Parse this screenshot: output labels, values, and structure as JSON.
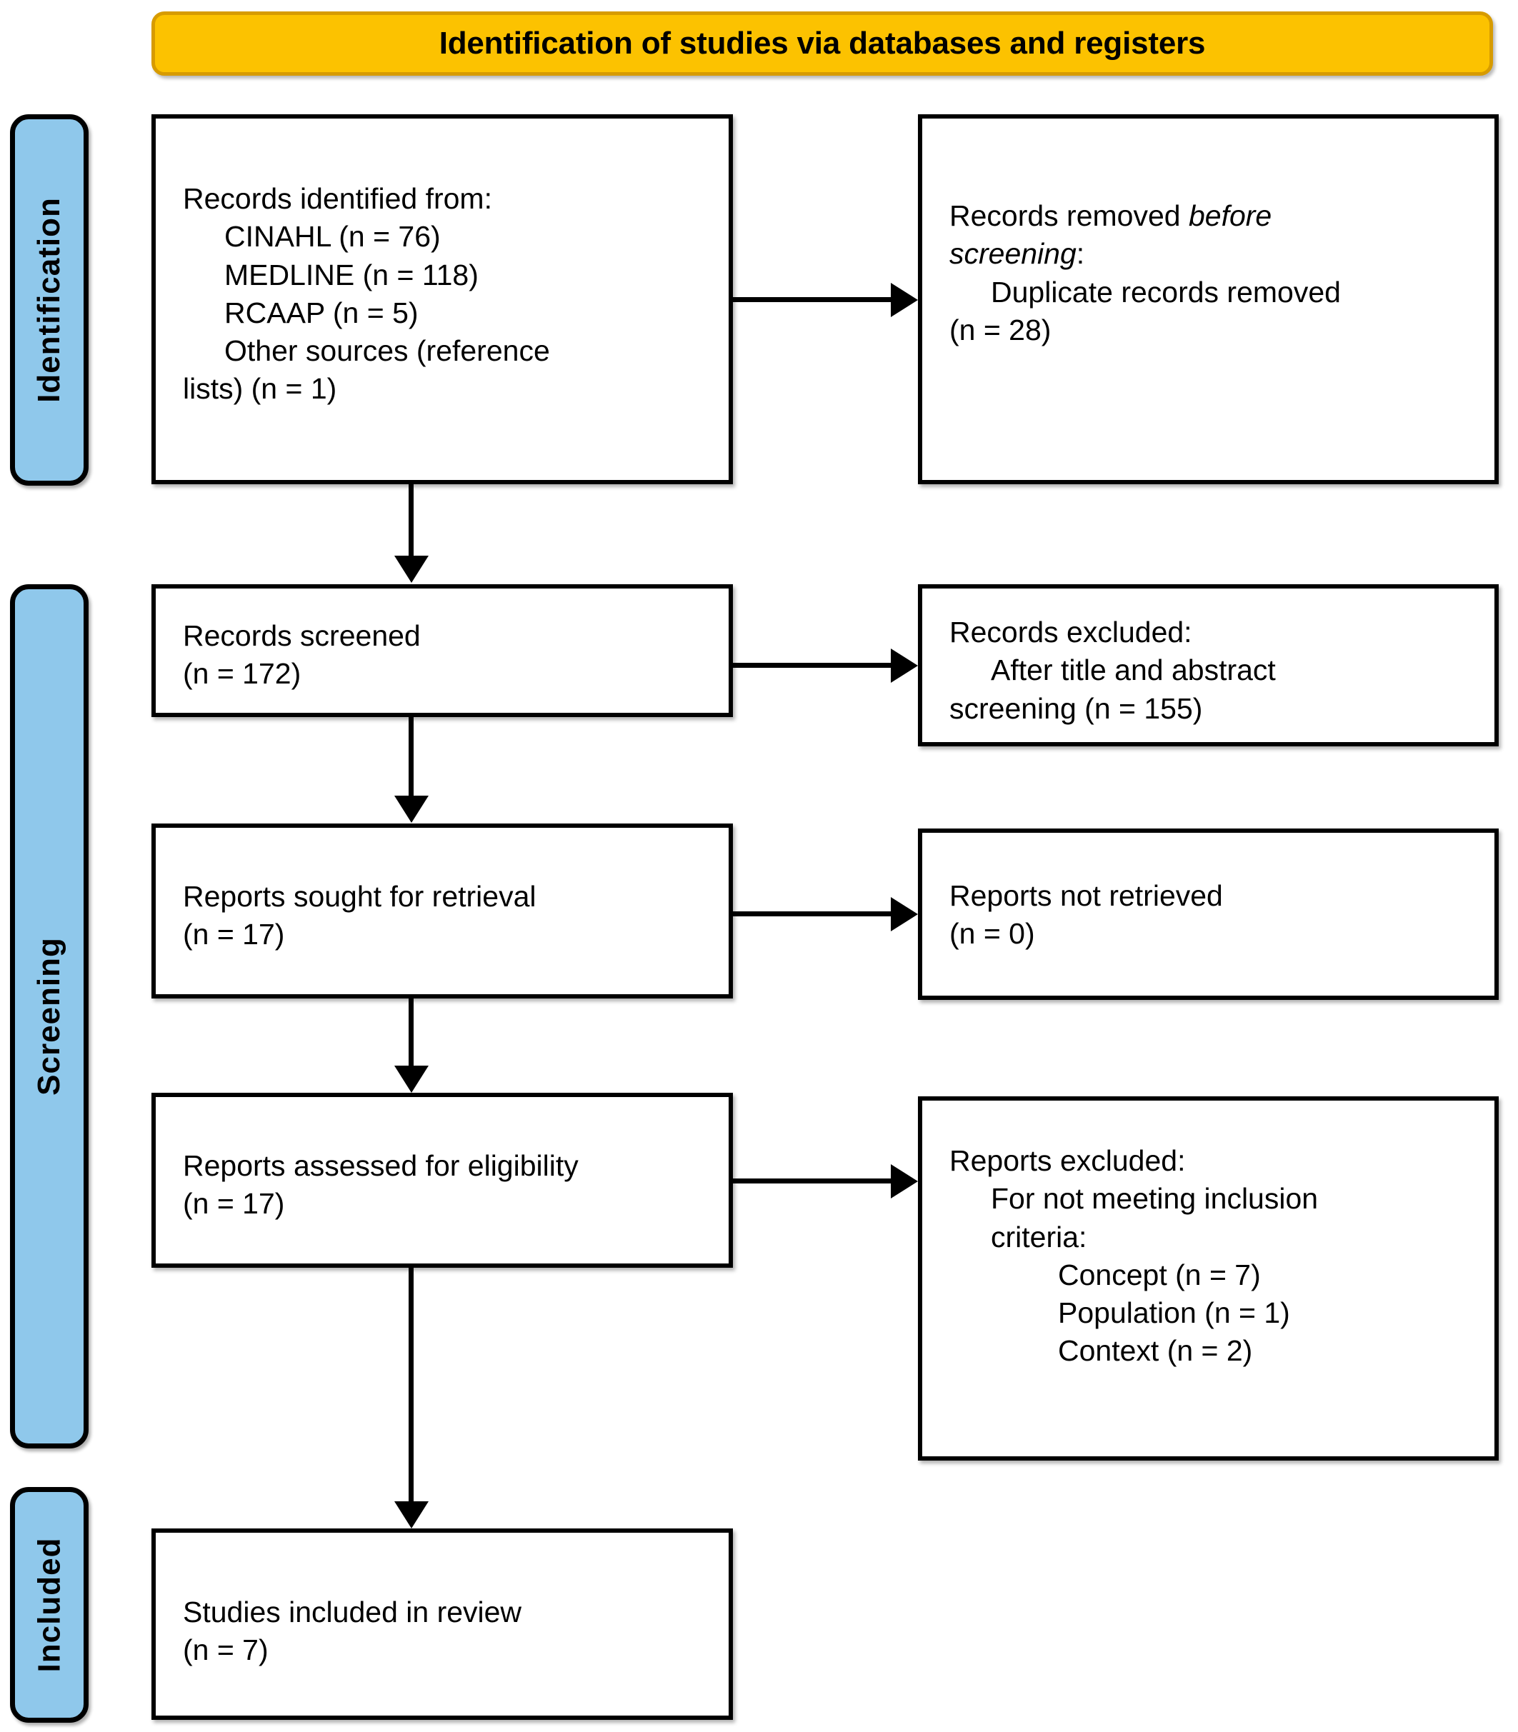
{
  "diagram": {
    "type": "PRISMA flow diagram",
    "header": {
      "title": "Identification of studies via databases and registers",
      "bg_color": "#FCC200",
      "border_color": "#D79B00"
    },
    "stages": [
      {
        "id": "identification",
        "label": "Identification",
        "color": "#8FC8EB"
      },
      {
        "id": "screening",
        "label": "Screening",
        "color": "#8FC8EB"
      },
      {
        "id": "included",
        "label": "Included",
        "color": "#8FC8EB"
      }
    ],
    "boxes": {
      "identified": {
        "heading": "Records identified from:",
        "items": [
          "CINAHL (n = 76)",
          "MEDLINE (n = 118)",
          "RCAAP (n = 5)"
        ],
        "wrap_item_a": "Other sources (reference",
        "wrap_item_b": "lists) (n = 1)"
      },
      "removed": {
        "heading_a": "Records removed ",
        "heading_em_a": "before",
        "heading_em_b": "screening",
        "heading_b": ":",
        "item_a": "Duplicate records removed",
        "item_b": "(n = 28)"
      },
      "screened": {
        "line1": "Records screened",
        "line2": "(n = 172)"
      },
      "excluded_screening": {
        "heading": "Records excluded:",
        "item_a": "After title and abstract",
        "item_b": "screening (n = 155)"
      },
      "sought": {
        "line1": "Reports sought for retrieval",
        "line2": "(n = 17)"
      },
      "not_retrieved": {
        "line1": "Reports not retrieved",
        "line2": "(n = 0)"
      },
      "assessed": {
        "line1": "Reports assessed for eligibility",
        "line2": "(n = 17)"
      },
      "excluded_eligibility": {
        "heading": "Reports excluded:",
        "reason_a": "For not meeting inclusion",
        "reason_b": "criteria:",
        "sub": [
          "Concept (n = 7)",
          "Population (n = 1)",
          "Context (n = 2)"
        ]
      },
      "included": {
        "line1": "Studies included in review",
        "line2": "(n = 7)"
      }
    },
    "counts": {
      "cinahl": 76,
      "medline": 118,
      "rcaap": 5,
      "other_sources": 1,
      "duplicates_removed": 28,
      "records_screened": 172,
      "records_excluded_title_abstract": 155,
      "reports_sought": 17,
      "reports_not_retrieved": 0,
      "reports_assessed": 17,
      "excluded_concept": 7,
      "excluded_population": 1,
      "excluded_context": 2,
      "studies_included": 7
    }
  }
}
